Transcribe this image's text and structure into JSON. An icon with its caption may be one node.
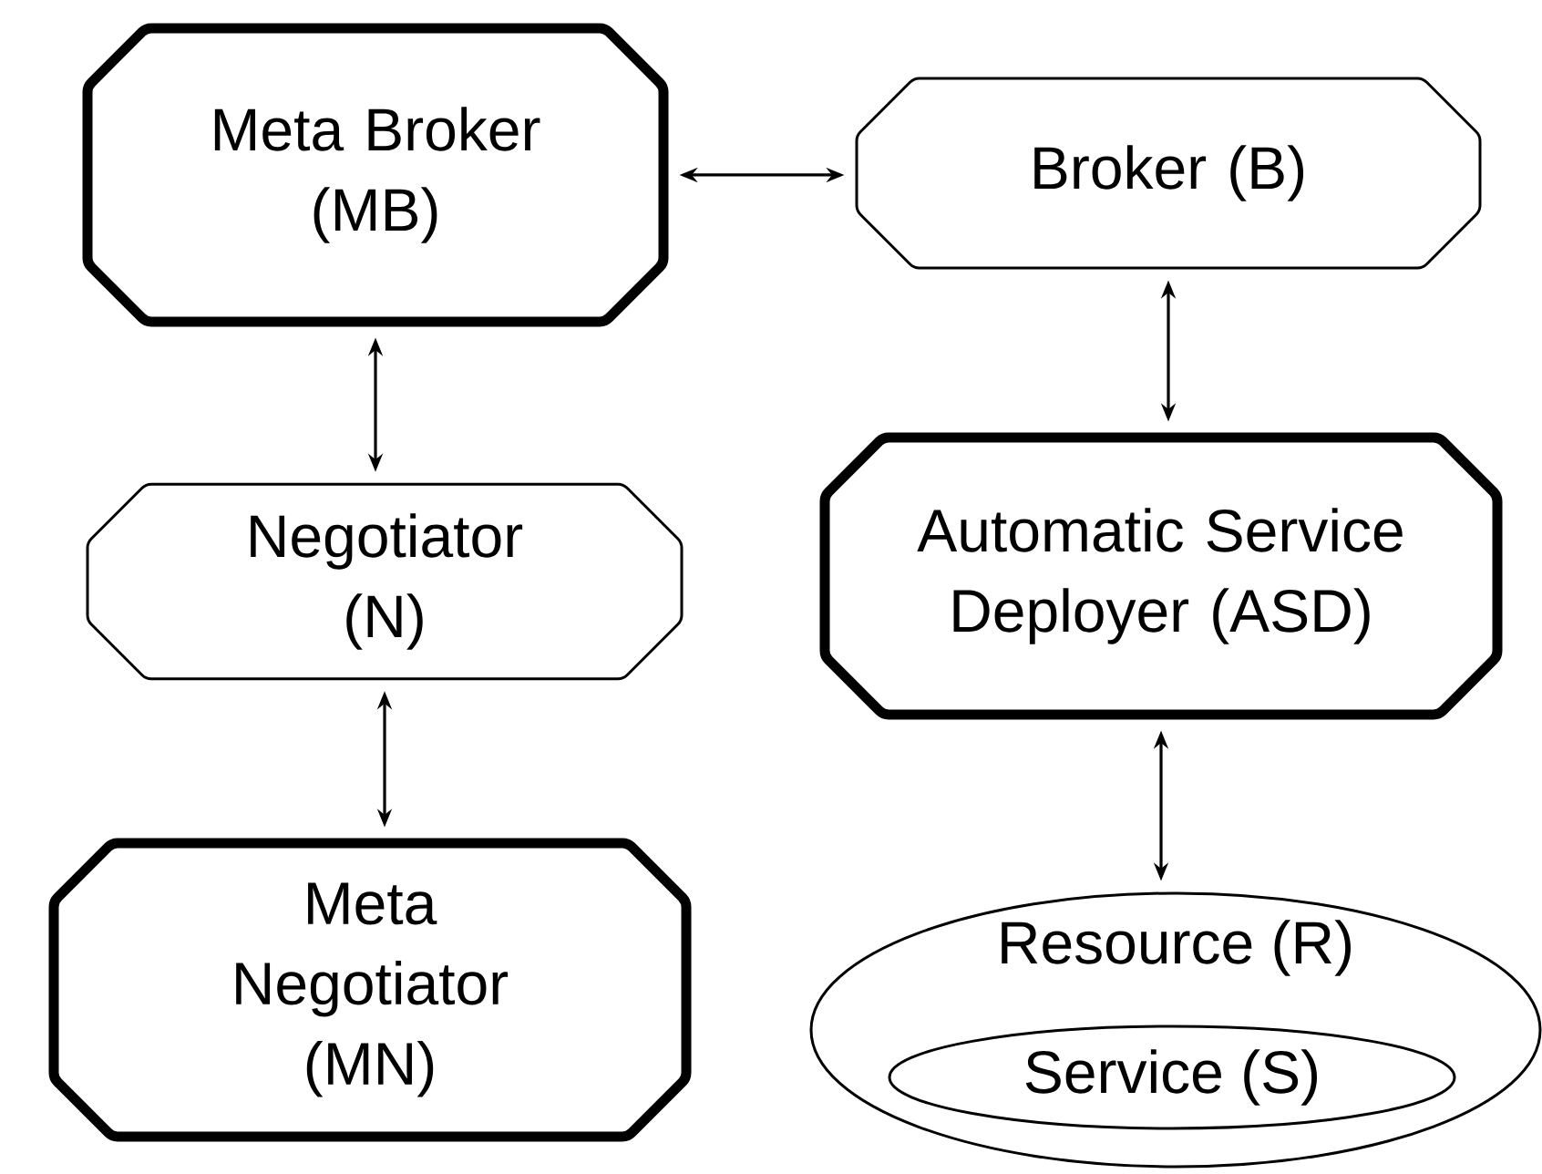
{
  "diagram": {
    "nodes": [
      {
        "text": [
          "Meta Broker (MB)"
        ]
      },
      {
        "text": [
          "Broker (B)"
        ]
      },
      {
        "text": [
          "Negotiator (N)"
        ]
      },
      {
        "text": [
          "Automatic Service Deployer (ASD)"
        ]
      },
      {
        "text": [
          "Meta Negotiator (MN)"
        ]
      },
      {
        "text": [
          "Resource (R)"
        ]
      },
      {
        "text": [
          "Service (S)"
        ],
        "in": 5
      }
    ],
    "edges": [
      {
        "from": 0,
        "to": 1,
        "arrow": "both"
      },
      {
        "from": 0,
        "to": 2,
        "arrow": "both"
      },
      {
        "from": 1,
        "to": 3,
        "arrow": "both"
      },
      {
        "from": 2,
        "to": 4,
        "arrow": "both"
      },
      {
        "from": 3,
        "to": 5,
        "arrow": "both"
      }
    ]
  }
}
